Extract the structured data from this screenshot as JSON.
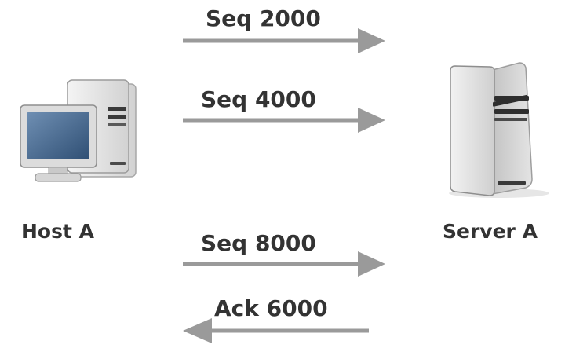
{
  "nodes": {
    "host": {
      "label": "Host A",
      "icon": "desktop-computer-icon"
    },
    "server": {
      "label": "Server A",
      "icon": "tower-server-icon"
    }
  },
  "messages": [
    {
      "label": "Seq 2000",
      "direction": "host-to-server"
    },
    {
      "label": "Seq 4000",
      "direction": "host-to-server"
    },
    {
      "label": "Seq 8000",
      "direction": "host-to-server"
    },
    {
      "label": "Ack 6000",
      "direction": "server-to-host"
    }
  ],
  "colors": {
    "arrow": "#9a9a9a",
    "text": "#333333",
    "screen": "#4a6d93",
    "case": "#e9e9e9",
    "case_shadow": "#bdbdbd"
  }
}
